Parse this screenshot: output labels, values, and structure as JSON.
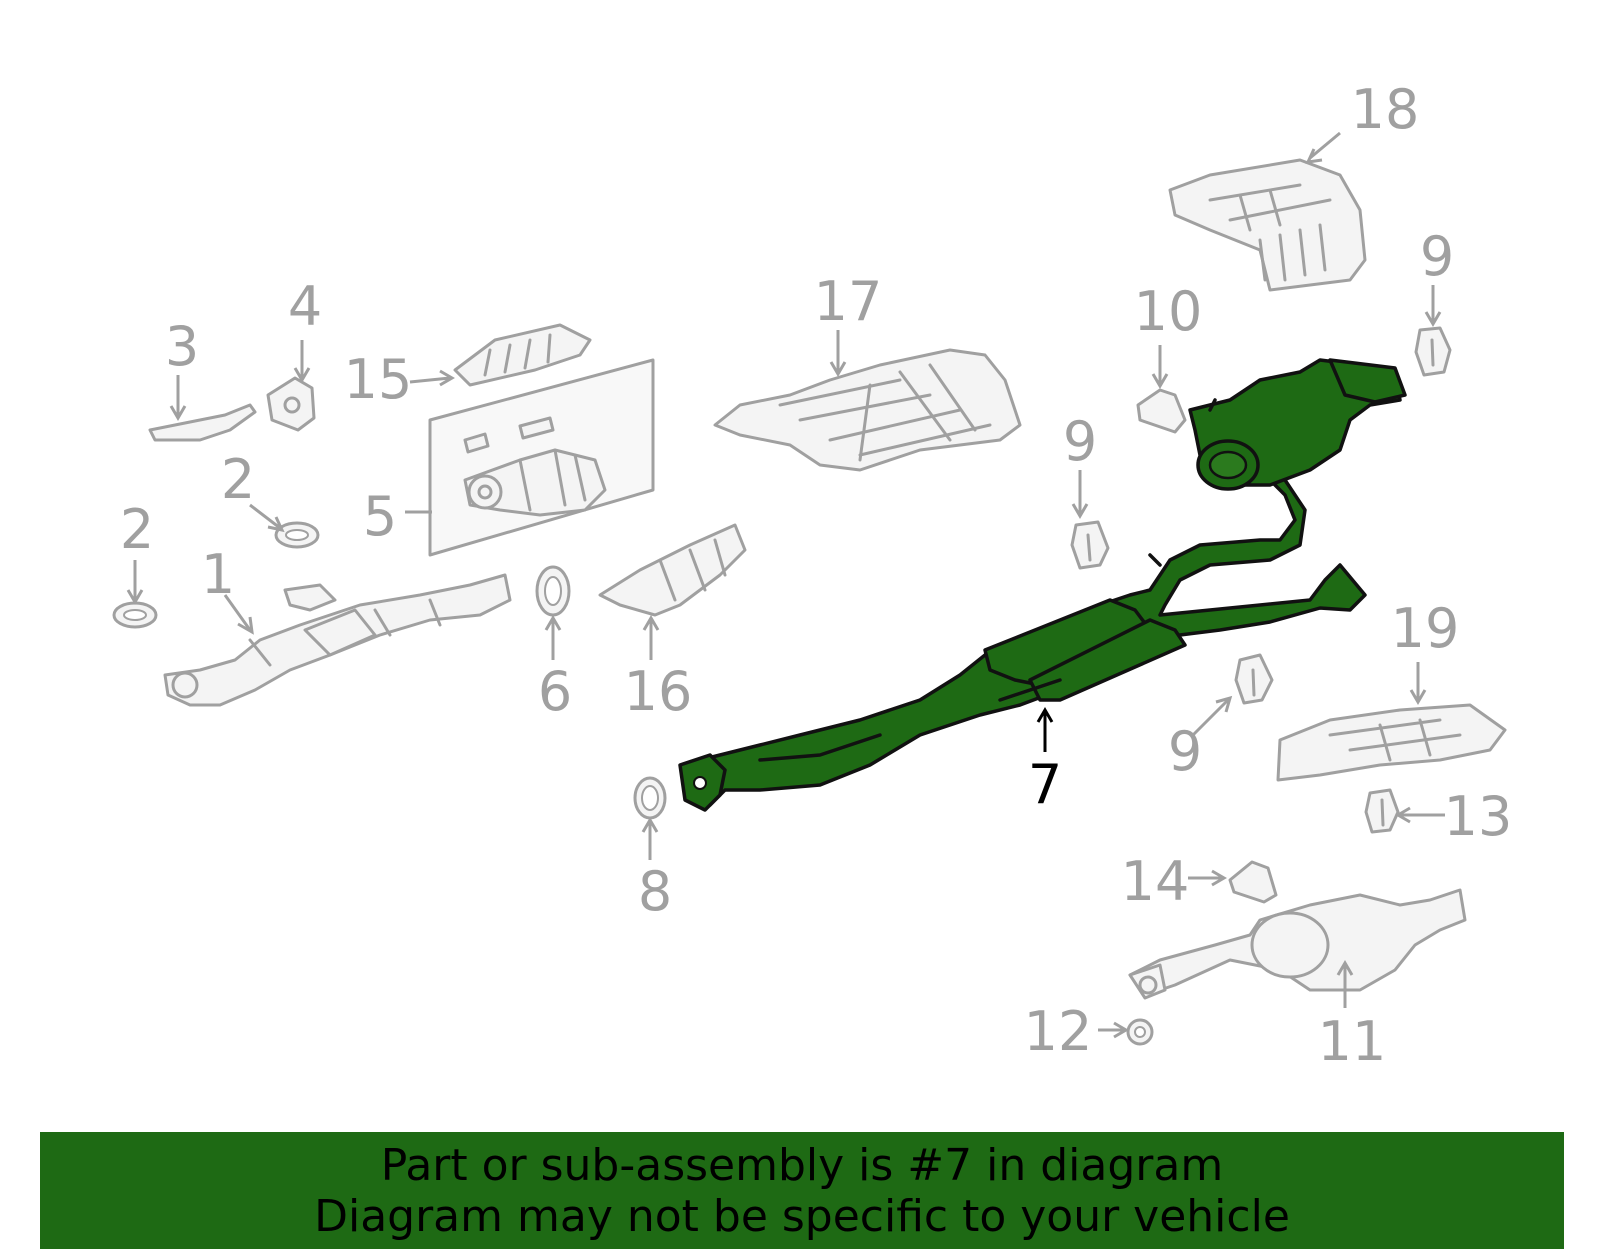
{
  "colors": {
    "highlight": "#1e6a14",
    "part_stroke": "#a0a0a0",
    "banner_bg": "#1e6a14"
  },
  "callouts": {
    "c1": "1",
    "c2a": "2",
    "c2b": "2",
    "c3": "3",
    "c4": "4",
    "c5": "5",
    "c6": "6",
    "c7": "7",
    "c8": "8",
    "c9a": "9",
    "c9b": "9",
    "c9c": "9",
    "c10": "10",
    "c11": "11",
    "c12": "12",
    "c13": "13",
    "c14": "14",
    "c15": "15",
    "c16": "16",
    "c17": "17",
    "c18": "18",
    "c19": "19"
  },
  "banner": {
    "line1": "Part or sub-assembly is #7 in diagram",
    "line2": "Diagram may not be specific to your vehicle"
  }
}
